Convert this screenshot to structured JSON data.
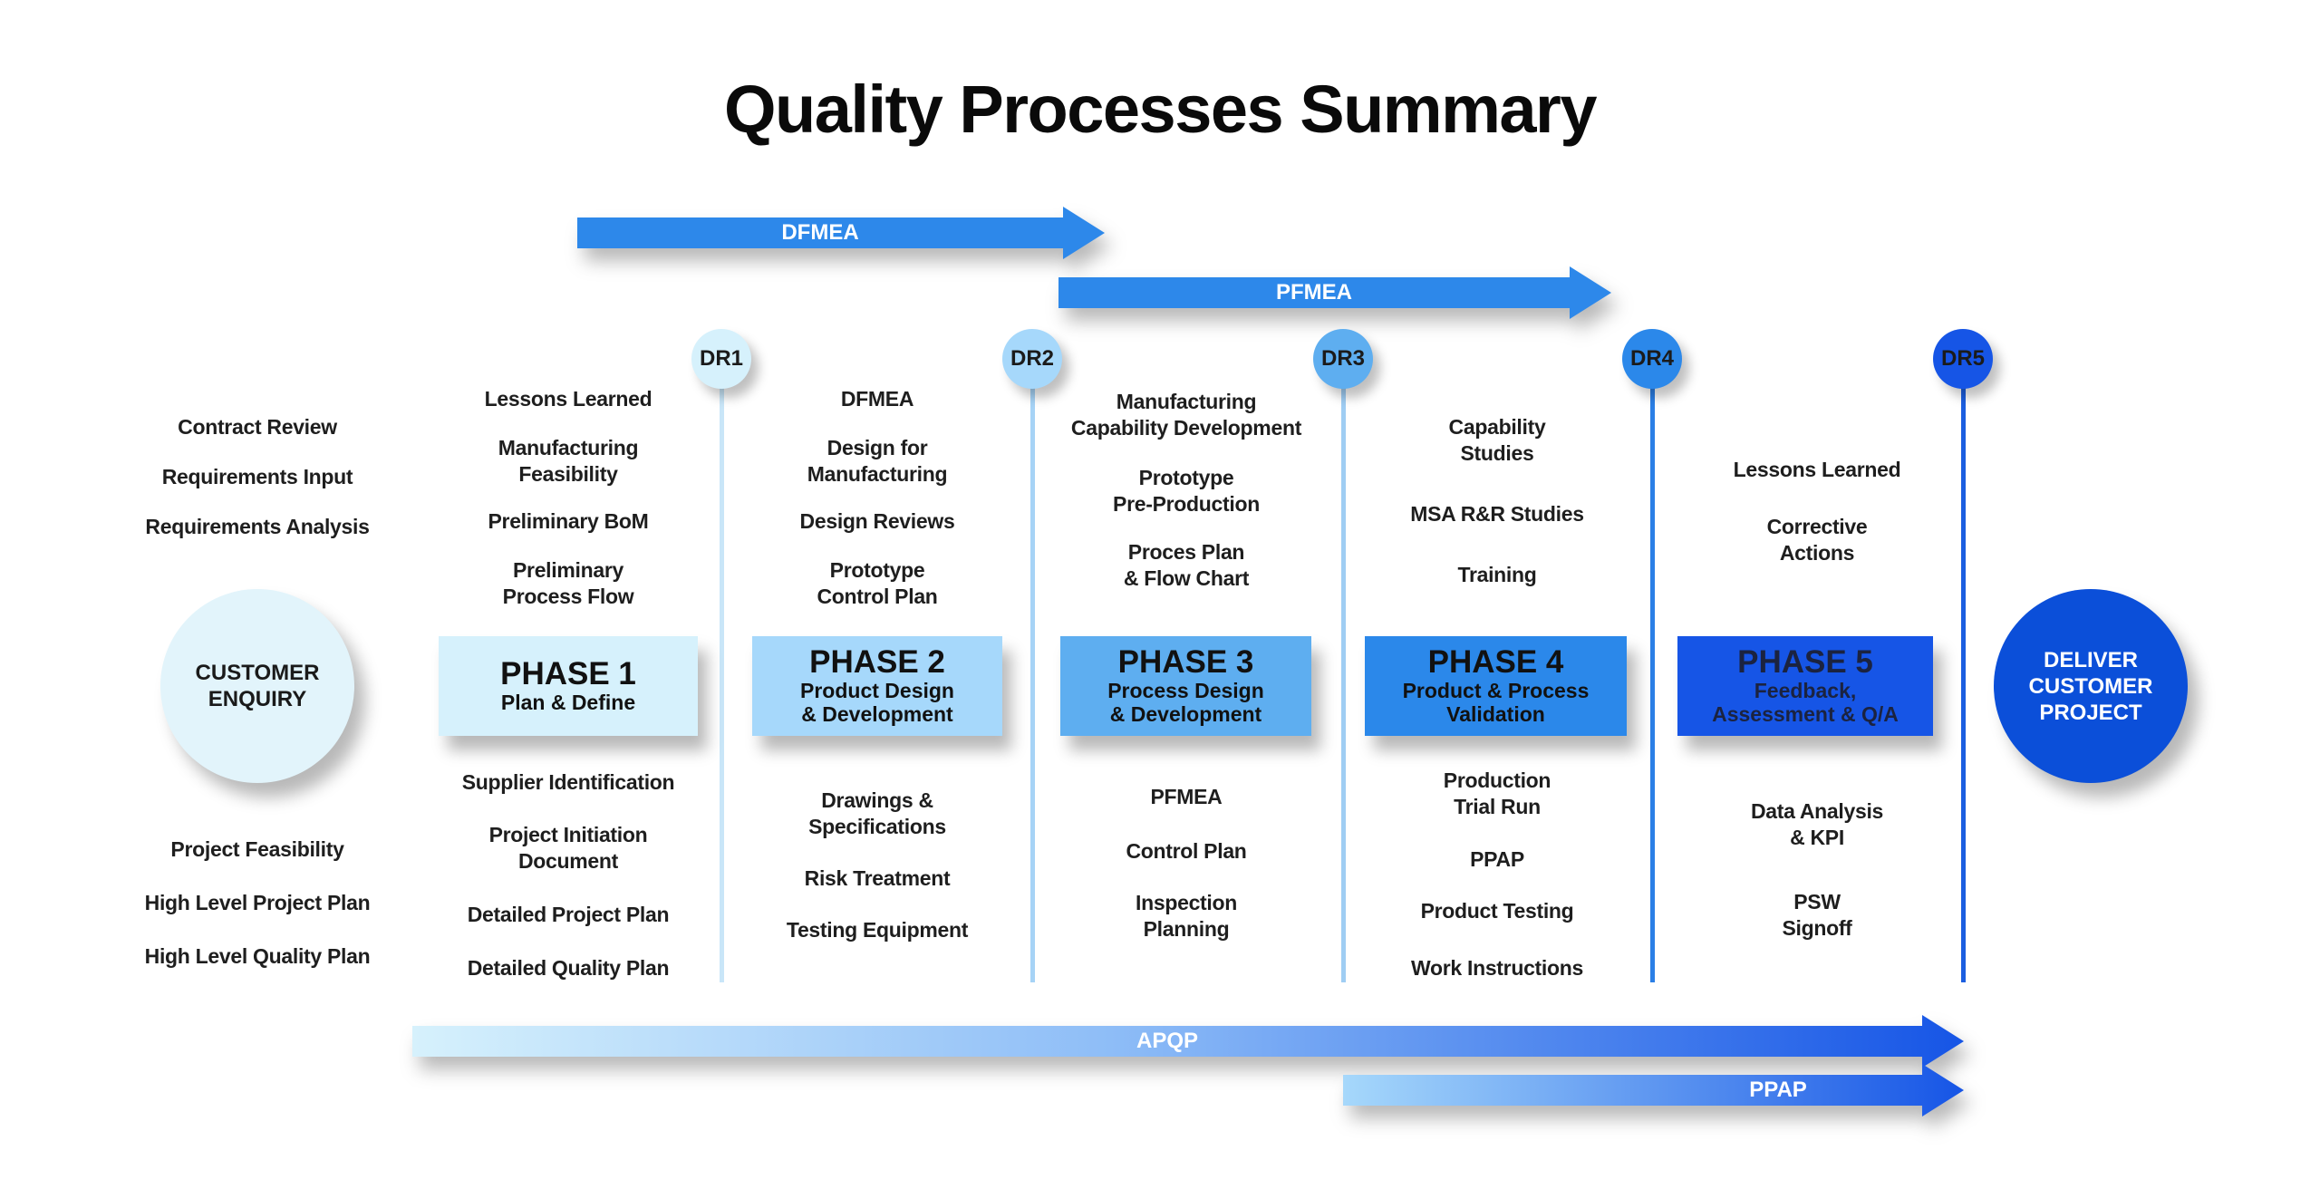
{
  "title": "Quality Processes Summary",
  "colors": {
    "phase1": "#d6f1fc",
    "phase2": "#a6d8fb",
    "phase3": "#5eaef0",
    "phase4": "#2b88ea",
    "phase5": "#1655e6",
    "customer_enquiry": "#e2f4fb",
    "deliver": "#0b4fd9",
    "arrow_blue": "#2d88ea"
  },
  "top_arrows": [
    {
      "label": "DFMEA"
    },
    {
      "label": "PFMEA"
    }
  ],
  "bottom_arrows": [
    {
      "label": "APQP"
    },
    {
      "label": "PPAP"
    }
  ],
  "design_reviews": [
    {
      "label": "DR1",
      "color": "#d6f1fc",
      "line": "#c9e6f8"
    },
    {
      "label": "DR2",
      "color": "#a6d8fb",
      "line": "#a6d3f6"
    },
    {
      "label": "DR3",
      "color": "#5eaef0",
      "line": "#9fcdf3"
    },
    {
      "label": "DR4",
      "color": "#2b88ea",
      "line": "#2b7fe6"
    },
    {
      "label": "DR5",
      "color": "#1655e6",
      "line": "#1c5fe0"
    }
  ],
  "customer_enquiry": {
    "label": "CUSTOMER\nENQUIRY",
    "above": [
      "Contract Review",
      "Requirements Input",
      "Requirements Analysis"
    ],
    "below": [
      "Project Feasibility",
      "High Level Project Plan",
      "High Level Quality Plan"
    ]
  },
  "deliver": {
    "label": "DELIVER\nCUSTOMER\nPROJECT"
  },
  "phases": [
    {
      "title": "PHASE 1",
      "subtitle": "Plan & Define",
      "above": [
        "Lessons Learned",
        "Manufacturing\nFeasibility",
        "Preliminary BoM",
        "Preliminary\nProcess Flow"
      ],
      "below": [
        "Supplier Identification",
        "Project Initiation\nDocument",
        "Detailed Project Plan",
        "Detailed Quality Plan"
      ]
    },
    {
      "title": "PHASE 2",
      "subtitle": "Product Design\n& Development",
      "above": [
        "DFMEA",
        "Design for\nManufacturing",
        "Design Reviews",
        "Prototype\nControl Plan"
      ],
      "below": [
        "Drawings &\nSpecifications",
        "Risk Treatment",
        "Testing Equipment"
      ]
    },
    {
      "title": "PHASE 3",
      "subtitle": "Process Design\n& Development",
      "above": [
        "Manufacturing\nCapability Development",
        "Prototype\nPre-Production",
        "Proces Plan\n& Flow Chart"
      ],
      "below": [
        "PFMEA",
        "Control Plan",
        "Inspection\nPlanning"
      ]
    },
    {
      "title": "PHASE 4",
      "subtitle": "Product & Process\nValidation",
      "above": [
        "Capability\nStudies",
        "MSA R&R Studies",
        "Training"
      ],
      "below": [
        "Production\nTrial Run",
        "PPAP",
        "Product Testing",
        "Work Instructions"
      ]
    },
    {
      "title": "PHASE 5",
      "subtitle": "Feedback,\nAssessment & Q/A",
      "above": [
        "Lessons Learned",
        "Corrective\nActions"
      ],
      "below": [
        "Data Analysis\n& KPI",
        "PSW\nSignoff"
      ]
    }
  ]
}
